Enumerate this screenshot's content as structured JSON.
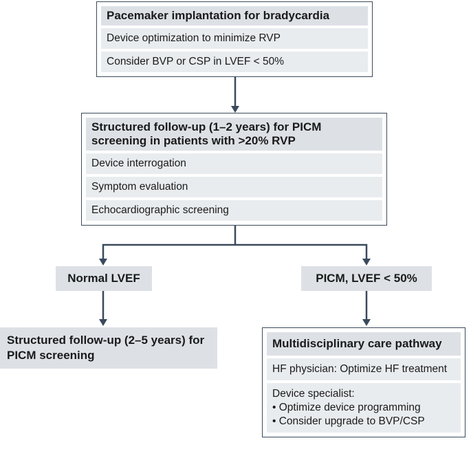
{
  "box1": {
    "title": "Pacemaker implantation for bradycardia",
    "items": [
      "Device optimization to minimize RVP",
      "Consider BVP or CSP in LVEF < 50%"
    ]
  },
  "box2": {
    "title": "Structured follow-up (1–2 years) for PICM screening in patients with >20% RVP",
    "items": [
      "Device interrogation",
      "Symptom evaluation",
      "Echocardiographic screening"
    ]
  },
  "left": {
    "label": "Normal LVEF",
    "outcome": "Structured follow-up (2–5 years) for PICM screening"
  },
  "right": {
    "label": "PICM, LVEF < 50%",
    "box": {
      "title": "Multidisciplinary care pathway",
      "item1": "HF physician: Optimize HF treatment",
      "item2_title": "Device specialist:",
      "item2_bullets": [
        "• Optimize device programming",
        "• Consider upgrade to BVP/CSP"
      ]
    }
  },
  "colors": {
    "border": "#3a4a5c",
    "header_fill": "#dde1e6",
    "row_fill": "#e9ecef"
  }
}
